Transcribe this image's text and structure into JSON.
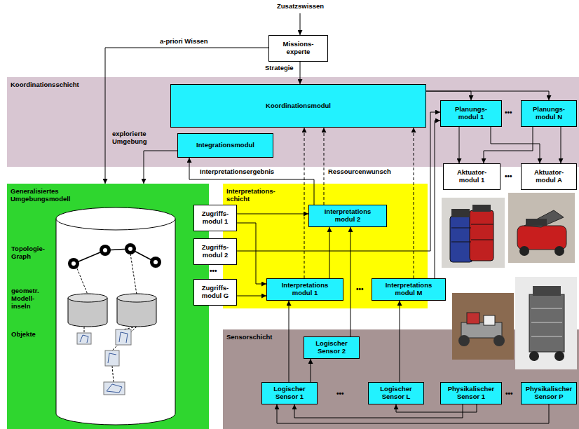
{
  "diagram": {
    "nodes": [
      {
        "text": [
          "Missions- experte"
        ]
      },
      {
        "text": [
          "Koordinationsschicht"
        ]
      },
      {
        "text": [
          "Koordinationsmodul"
        ],
        "in": 1
      },
      {
        "text": [
          "Integrationsmodul"
        ],
        "in": 1
      },
      {
        "text": [
          "Planungs- modul 1"
        ],
        "in": 1
      },
      {
        "text": [
          "Planungs- modul N"
        ],
        "in": 1
      },
      {
        "text": [
          "Aktuator- modul 1"
        ]
      },
      {
        "text": [
          "Aktuator- modul A"
        ]
      },
      {
        "text": [
          "Generalisiertes Umgebungsmodell"
        ]
      },
      {
        "text": [
          "Zugriffs- modul 1"
        ]
      },
      {
        "text": [
          "Zugriffs- modul 2"
        ]
      },
      {
        "text": [
          "Zugriffs- modul G"
        ]
      },
      {
        "text": [
          "Interpretations- schicht"
        ]
      },
      {
        "text": [
          "Interpretations modul 2"
        ],
        "in": 12
      },
      {
        "text": [
          "Interpretations modul 1"
        ],
        "in": 12
      },
      {
        "text": [
          "Interpretations modul M"
        ]
      },
      {
        "text": [
          "Sensorschicht"
        ]
      },
      {
        "text": [
          "Logischer Sensor 2"
        ],
        "in": 16
      },
      {
        "text": [
          "Logischer Sensor 1"
        ],
        "in": 16
      },
      {
        "text": [
          "Logischer Sensor L"
        ],
        "in": 16
      },
      {
        "text": [
          "Physikalischer Sensor 1"
        ],
        "in": 16
      },
      {
        "text": [
          "Physikalischer Sensor P"
        ],
        "in": 16
      }
    ],
    "edges": [
      {
        "from": 0,
        "to": 2,
        "arrow": "to",
        "label": "Strategie"
      },
      {
        "from": 0,
        "to": 8,
        "arrow": "to",
        "label": "a-priori Wissen"
      },
      {
        "from": 3,
        "to": 8,
        "arrow": "to",
        "label": "explorierte Umgebung"
      },
      {
        "from": 2,
        "to": 4,
        "arrow": "to"
      },
      {
        "from": 2,
        "to": 5,
        "arrow": "to"
      },
      {
        "from": 4,
        "to": 6,
        "arrow": "to"
      },
      {
        "from": 4,
        "to": 7,
        "arrow": "to"
      },
      {
        "from": 5,
        "to": 7,
        "arrow": "to"
      },
      {
        "from": 5,
        "to": 6,
        "arrow": "to"
      },
      {
        "from": 9,
        "to": 13,
        "arrow": "to"
      },
      {
        "from": 9,
        "to": 14,
        "arrow": "to"
      },
      {
        "from": 10,
        "to": 4,
        "arrow": "to"
      },
      {
        "from": 11,
        "to": 14,
        "arrow": "to"
      },
      {
        "from": 14,
        "to": 13,
        "arrow": "to"
      },
      {
        "from": 13,
        "to": 3,
        "arrow": "to",
        "label": "Interpretationsergebnis"
      },
      {
        "from": 14,
        "to": 2,
        "arrow": "to"
      },
      {
        "from": 13,
        "to": 2,
        "arrow": "to"
      },
      {
        "from": 15,
        "to": 2,
        "arrow": "to"
      },
      {
        "from": 15,
        "to": 4,
        "arrow": "to"
      },
      {
        "from": 18,
        "to": 14,
        "arrow": "to"
      },
      {
        "from": 17,
        "to": 13,
        "arrow": "to"
      },
      {
        "from": 19,
        "to": 15,
        "arrow": "to"
      },
      {
        "from": 18,
        "to": 17,
        "arrow": "to"
      },
      {
        "from": 20,
        "to": 18,
        "arrow": "to"
      },
      {
        "from": 21,
        "to": 18,
        "arrow": "to"
      },
      {
        "from": 20,
        "to": 19,
        "arrow": "to"
      }
    ],
    "labels": [
      "Zusatzswissen",
      "Topologie- Graph",
      "geometr. Modell- inseln",
      "Objekte",
      "Ressourcenwunsch",
      "•••",
      "•••",
      "•••",
      "•••",
      "•••",
      "•••"
    ]
  }
}
